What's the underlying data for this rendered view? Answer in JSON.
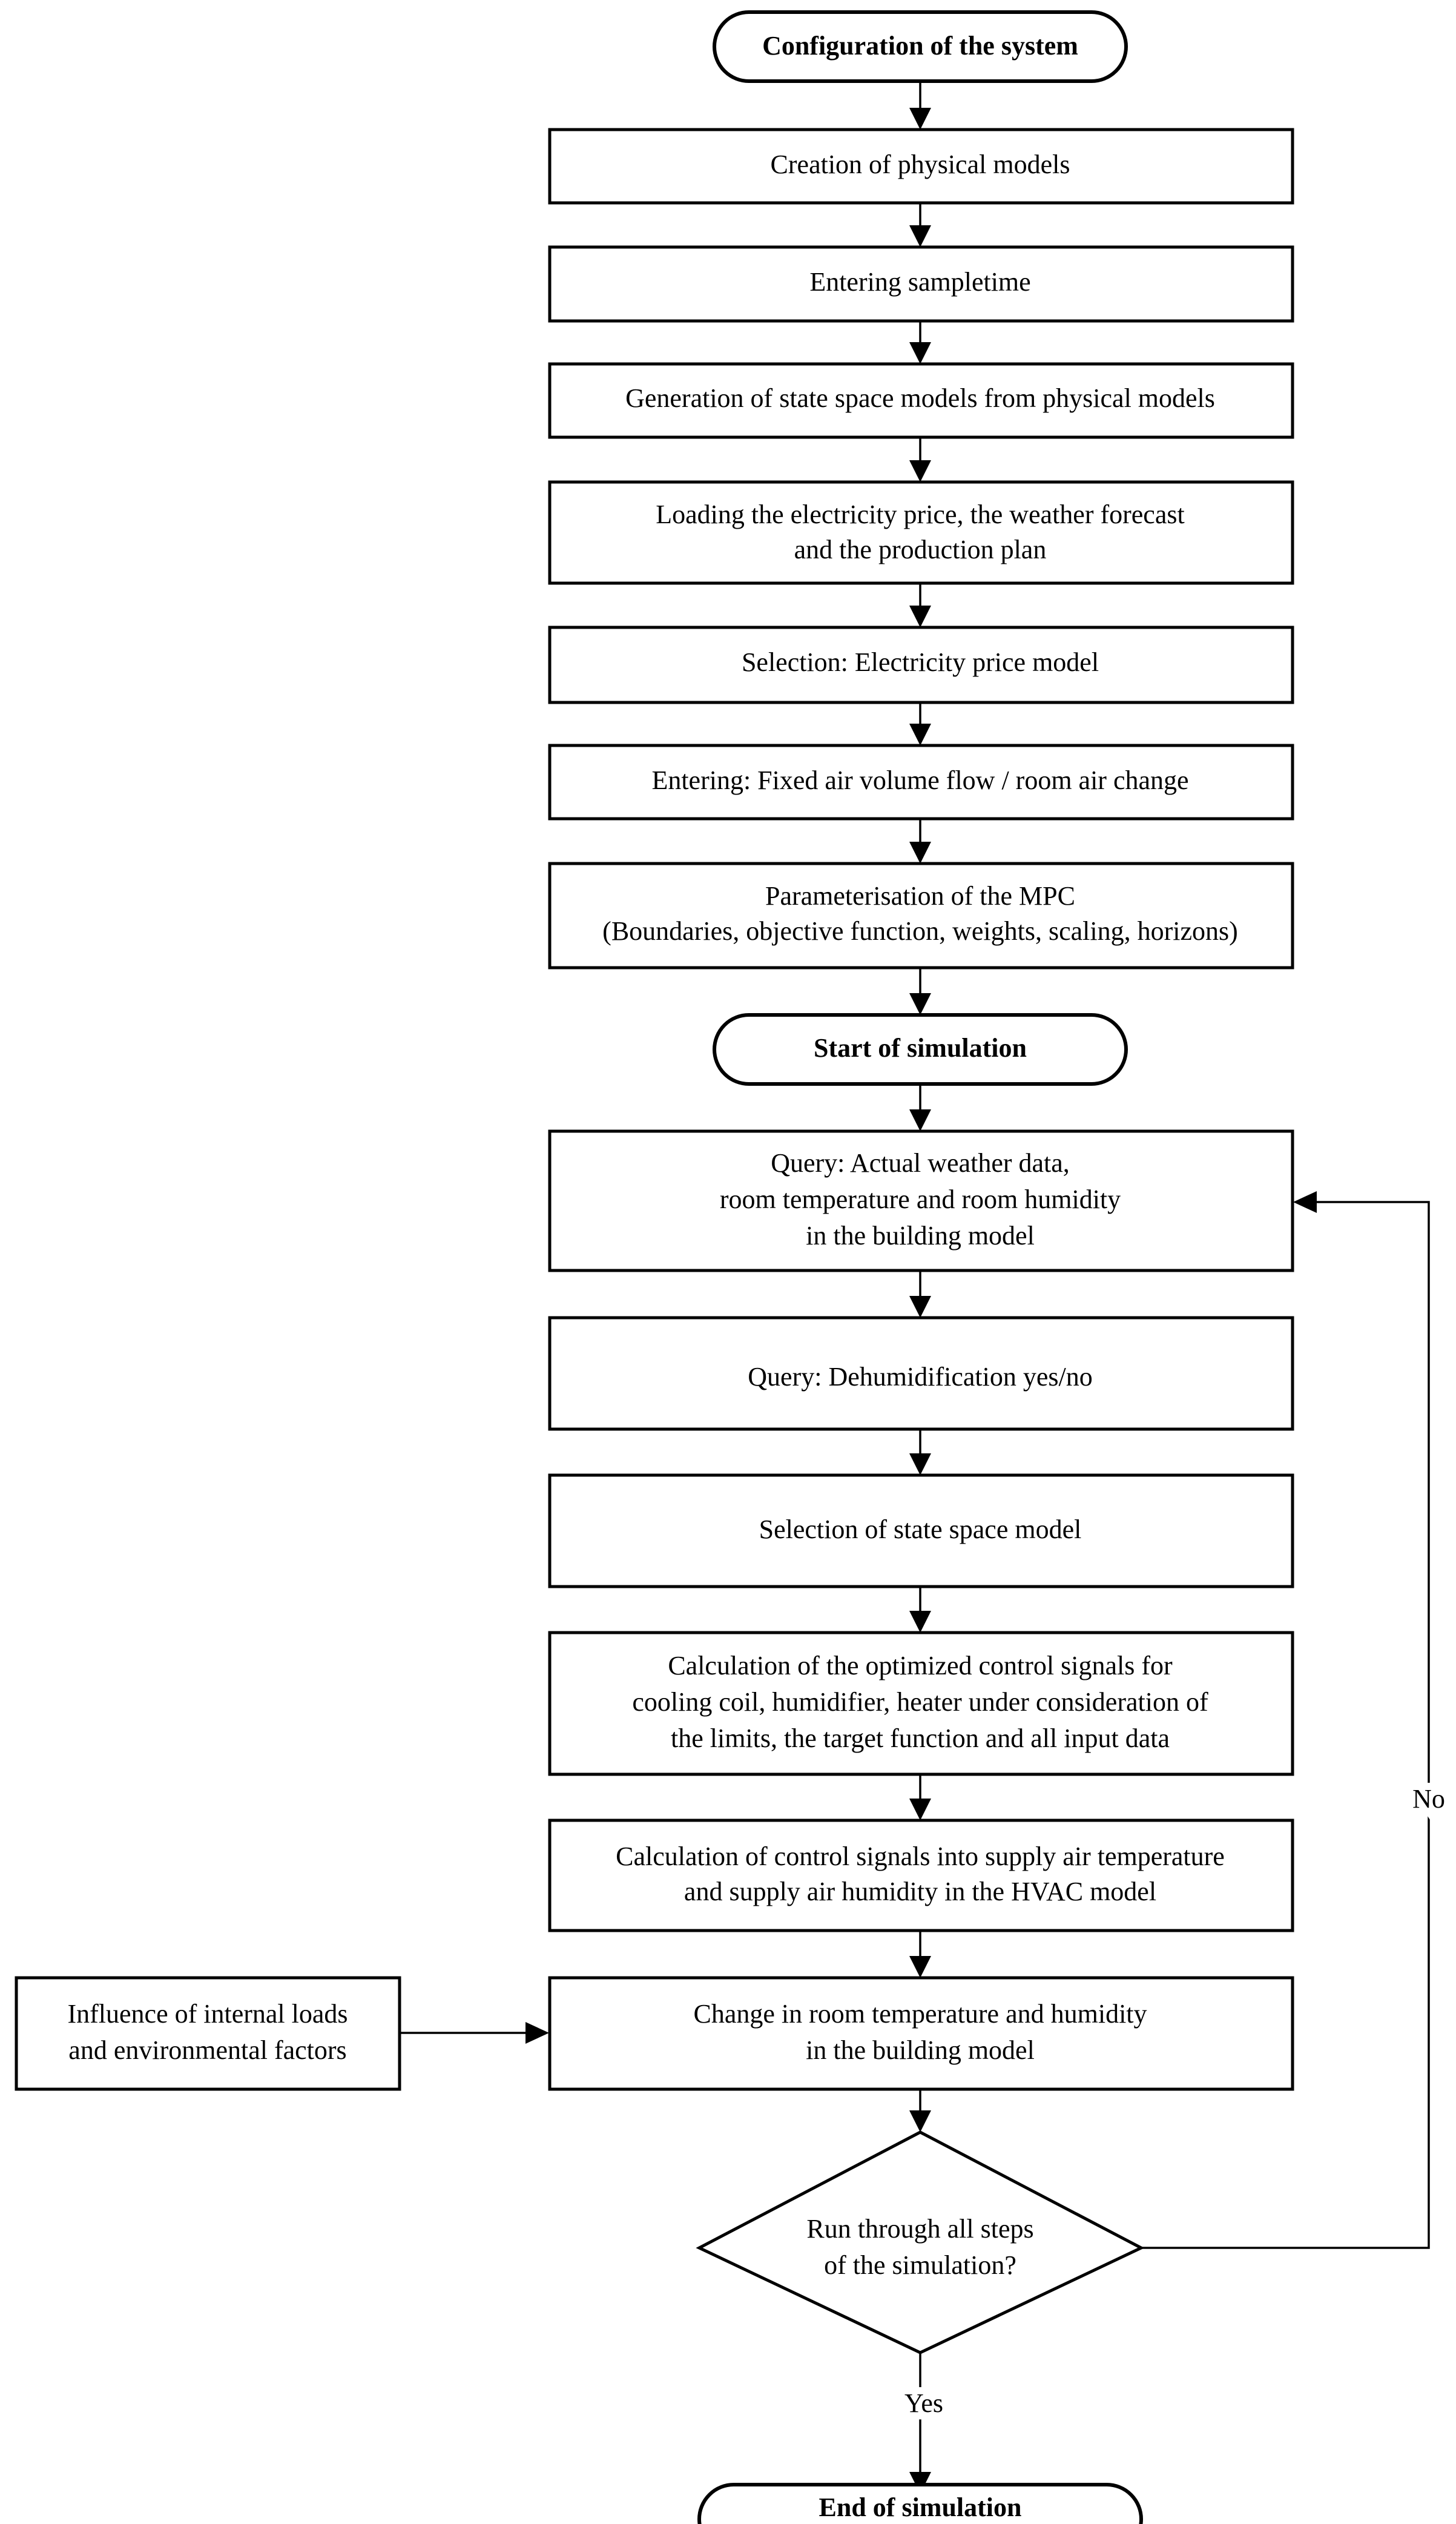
{
  "flowchart": {
    "terminals": {
      "configuration": "Configuration of the system",
      "start": "Start of simulation",
      "end": "End of simulation"
    },
    "steps": {
      "physical_models": [
        "Creation of physical models"
      ],
      "sampletime": [
        "Entering sampletime"
      ],
      "state_space_generation": [
        "Generation of state space models from physical models"
      ],
      "loading_data": [
        "Loading the electricity price, the weather forecast",
        "and the production plan"
      ],
      "price_model": [
        "Selection: Electricity price model"
      ],
      "air_flow": [
        "Entering: Fixed air volume flow / room air change"
      ],
      "mpc_parameterisation": [
        "Parameterisation of the MPC",
        "(Boundaries, objective function, weights, scaling, horizons)"
      ],
      "query_weather": [
        "Query: Actual weather data,",
        "room temperature and room humidity",
        "in the building model"
      ],
      "query_dehumidification": [
        "Query: Dehumidification yes/no"
      ],
      "select_state_space": [
        "Selection of state space model"
      ],
      "calc_optimized": [
        "Calculation of the optimized control signals for",
        "cooling coil, humidifier, heater under consideration of",
        "the limits, the target function and all input data"
      ],
      "calc_supply_air": [
        "Calculation of control signals into supply air temperature",
        "and supply air humidity in the HVAC model"
      ],
      "change_room": [
        "Change in room temperature and humidity",
        "in the building model"
      ]
    },
    "side_input": [
      "Influence of internal loads",
      "and environmental factors"
    ],
    "decision": [
      "Run through all steps",
      "of the simulation?"
    ],
    "edge_labels": {
      "no": "No",
      "yes": "Yes"
    }
  }
}
